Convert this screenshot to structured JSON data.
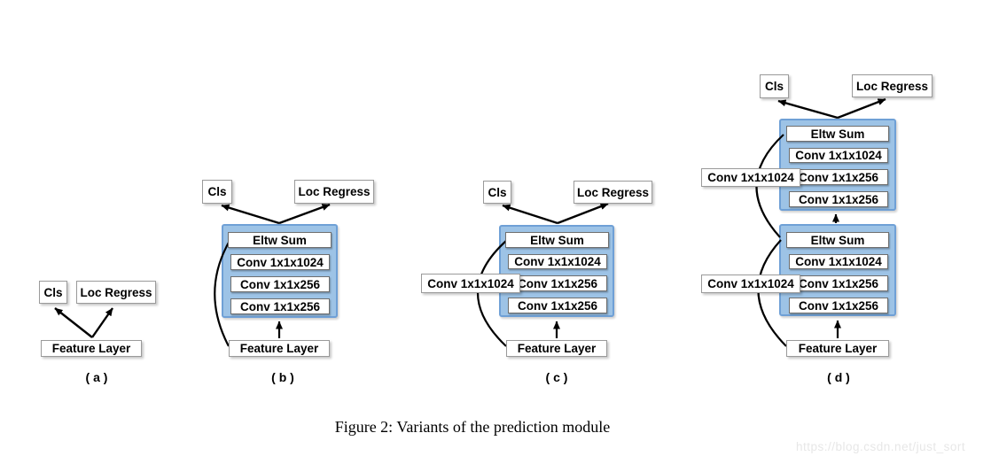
{
  "page": {
    "caption": "Figure 2: Variants of the prediction module",
    "watermark": "https://blog.csdn.net/just_sort"
  },
  "labels": {
    "cls": "Cls",
    "loc_regress": "Loc Regress",
    "feature_layer": "Feature Layer",
    "eltw_sum": "Eltw Sum",
    "conv_1024": "Conv 1x1x1024",
    "conv_256": "Conv 1x1x256"
  },
  "variants": [
    {
      "id": "a",
      "tag": "( a )"
    },
    {
      "id": "b",
      "tag": "( b )"
    },
    {
      "id": "c",
      "tag": "( c )"
    },
    {
      "id": "d",
      "tag": "( d )"
    }
  ],
  "colors": {
    "module_fill": "#9DC3E6",
    "module_border": "#6FA0D6",
    "inner_box_border": "#6E6E6E",
    "outer_box_border": "#9A9A9A",
    "arrow": "#000000",
    "text": "#000000",
    "watermark": "#E7E7E7",
    "background": "#FFFFFF"
  }
}
